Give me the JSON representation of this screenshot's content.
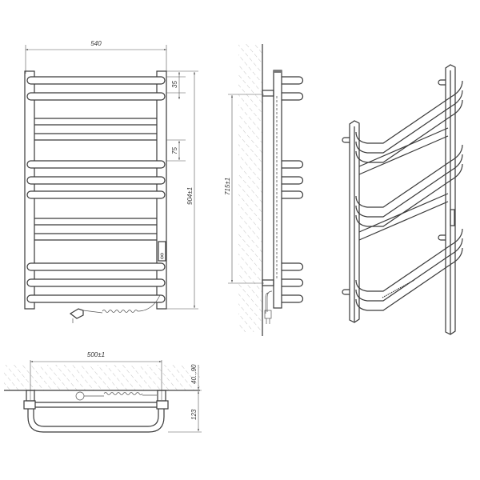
{
  "drawing": {
    "subject": "Electric heated towel rail technical drawing",
    "views": [
      "front-view",
      "side-view",
      "isometric-view",
      "top-view"
    ],
    "dimensions": {
      "overall_width": "540",
      "rail_spacing_top": "35",
      "rail_group_gap": "75",
      "overall_height": "904±1",
      "mount_center_height": "715±1",
      "mount_center_width": "500±1",
      "wall_distance": "40...90",
      "depth": "123"
    },
    "colors": {
      "line": "#3a3a3a",
      "dimension": "#555555",
      "hatch": "#9a9a9a",
      "background": "#ffffff"
    }
  }
}
